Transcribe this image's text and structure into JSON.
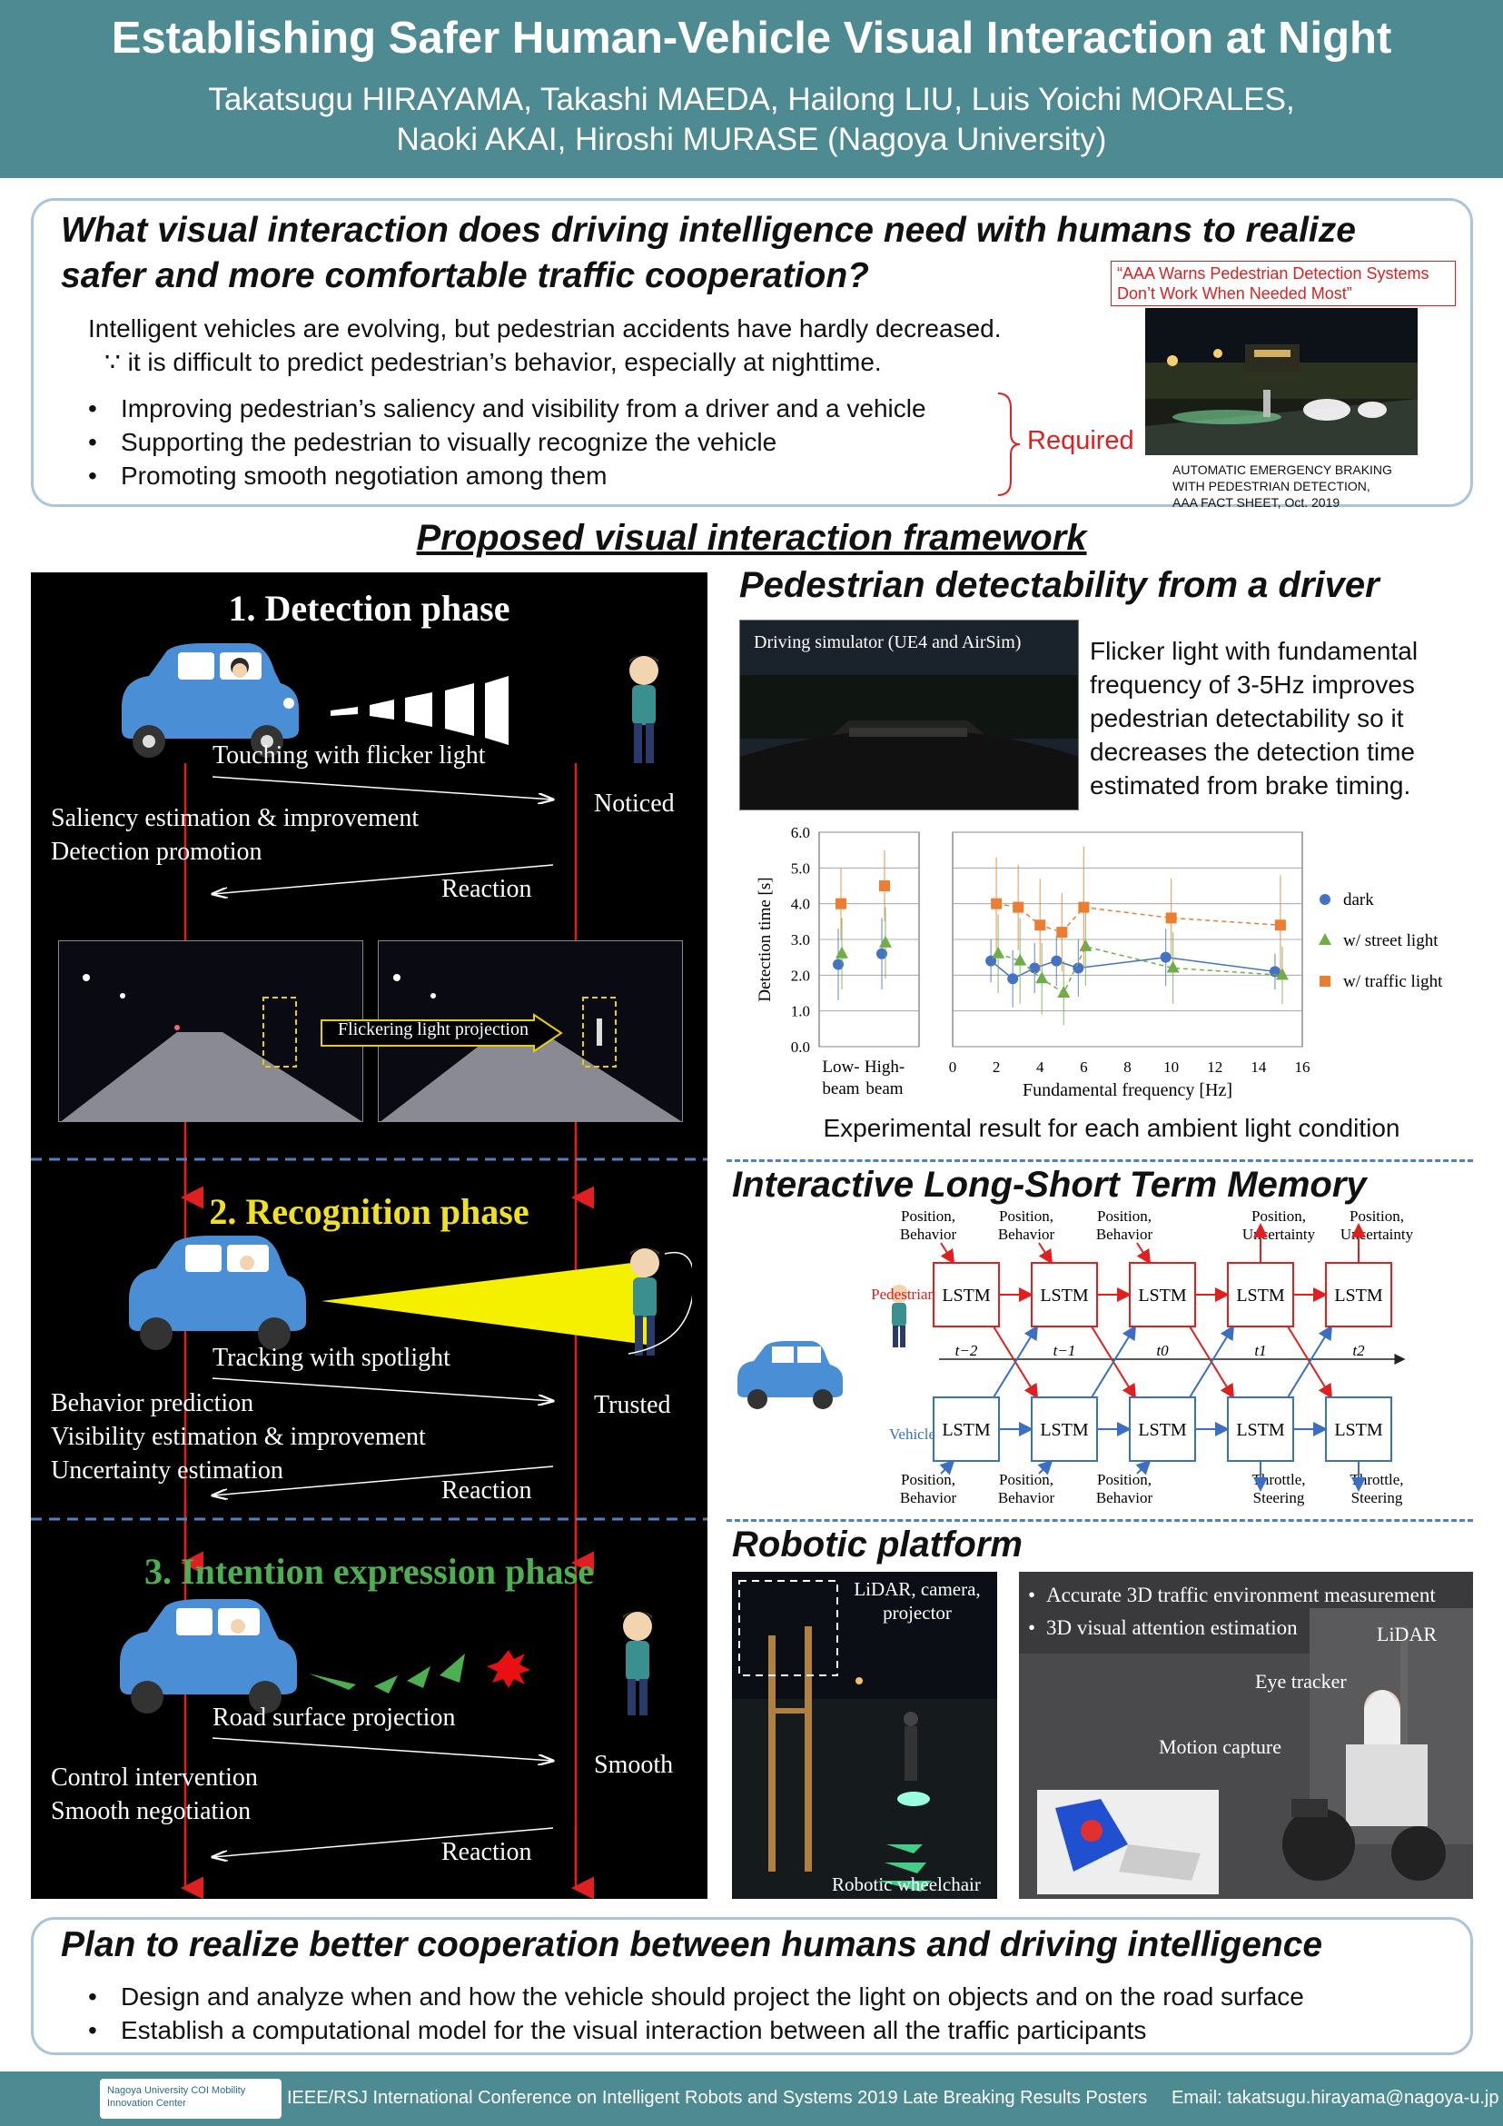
{
  "header": {
    "title": "Establishing Safer Human-Vehicle Visual Interaction at Night",
    "authors_line1": "Takatsugu HIRAYAMA, Takashi MAEDA, Hailong LIU, Luis Yoichi MORALES,",
    "authors_line2": "Naoki AKAI, Hiroshi MURASE (Nagoya University)"
  },
  "question": {
    "line1": "What visual interaction does driving intelligence need with humans to realize",
    "line2": "safer and more comfortable traffic cooperation?",
    "intro1": "Intelligent vehicles are evolving, but pedestrian accidents have hardly decreased.",
    "intro2": "∵ it is difficult to predict pedestrian’s behavior, especially at nighttime.",
    "bullets": [
      "Improving pedestrian’s saliency and visibility from a driver and a vehicle",
      "Supporting the pedestrian to visually recognize the vehicle",
      "Promoting smooth negotiation among them"
    ],
    "required": "Required",
    "quote_line1": "“AAA Warns Pedestrian Detection Systems",
    "quote_line2": "Don’t Work When Needed Most”",
    "caption1": "AUTOMATIC EMERGENCY BRAKING",
    "caption2": "WITH PEDESTRIAN DETECTION,",
    "caption3": "AAA FACT SHEET, Oct. 2019"
  },
  "framework": {
    "title": "Proposed visual interaction framework",
    "phase1": {
      "title": "1. Detection phase",
      "touch": "Touching with flicker light",
      "noticed": "Noticed",
      "item1": "Saliency estimation & improvement",
      "item2": "Detection promotion",
      "reaction": "Reaction",
      "projection_label": "Flickering light projection"
    },
    "phase2": {
      "title": "2. Recognition phase",
      "touch": "Tracking with spotlight",
      "trusted": "Trusted",
      "item1": "Behavior prediction",
      "item2": "Visibility estimation & improvement",
      "item3": "Uncertainty estimation",
      "reaction": "Reaction"
    },
    "phase3": {
      "title": "3. Intention expression phase",
      "touch": "Road surface projection",
      "smooth": "Smooth",
      "item1": "Control intervention",
      "item2": "Smooth negotiation",
      "reaction": "Reaction"
    }
  },
  "detectability": {
    "title": "Pedestrian detectability from a driver",
    "sim_label": "Driving simulator (UE4 and AirSim)",
    "desc_lines": [
      "Flicker light with fundamental",
      "frequency of 3-5Hz improves",
      "pedestrian detectability so it",
      "decreases the detection time",
      "estimated from brake timing."
    ],
    "caption": "Experimental result for each ambient light condition"
  },
  "chart_data": {
    "type": "scatter",
    "ylabel": "Detection time [s]",
    "xlabel": "Fundamental frequency [Hz]",
    "ylim": [
      0,
      6
    ],
    "yticks": [
      "0.0",
      "1.0",
      "2.0",
      "3.0",
      "4.0",
      "5.0",
      "6.0"
    ],
    "xlim": [
      0,
      16
    ],
    "xticks": [
      "0",
      "2",
      "4",
      "6",
      "8",
      "10",
      "12",
      "14",
      "16"
    ],
    "categories": [
      "Low-beam",
      "High-beam"
    ],
    "category_label_lines": [
      [
        "Low-",
        "beam"
      ],
      [
        "High-",
        "beam"
      ]
    ],
    "legend_position": "right",
    "grid": true,
    "series": [
      {
        "name": "dark",
        "color": "#4472c4",
        "marker": "circle",
        "beam_values": [
          2.3,
          2.6
        ],
        "points": [
          [
            2,
            2.4
          ],
          [
            3,
            1.9
          ],
          [
            4,
            2.2
          ],
          [
            5,
            2.4
          ],
          [
            6,
            2.2
          ],
          [
            10,
            2.5
          ],
          [
            15,
            2.1
          ]
        ],
        "err": [
          0.6,
          0.8,
          0.7,
          0.7,
          0.8,
          0.8,
          0.5
        ]
      },
      {
        "name": "w/ street light",
        "color": "#70ad47",
        "marker": "triangle",
        "beam_values": [
          2.6,
          2.9
        ],
        "points": [
          [
            2,
            2.6
          ],
          [
            3,
            2.4
          ],
          [
            4,
            1.9
          ],
          [
            5,
            1.5
          ],
          [
            6,
            2.8
          ],
          [
            10,
            2.2
          ],
          [
            15,
            2.0
          ]
        ],
        "err": [
          1.1,
          1.2,
          1.0,
          0.9,
          1.1,
          1.0,
          0.8
        ]
      },
      {
        "name": "w/ traffic light",
        "color": "#ed7d31",
        "marker": "square",
        "beam_values": [
          4.0,
          4.5
        ],
        "points": [
          [
            2,
            4.0
          ],
          [
            3,
            3.9
          ],
          [
            4,
            3.4
          ],
          [
            5,
            3.2
          ],
          [
            6,
            3.9
          ],
          [
            10,
            3.6
          ],
          [
            15,
            3.4
          ]
        ],
        "err": [
          1.3,
          1.2,
          1.3,
          1.1,
          1.7,
          1.1,
          1.4
        ]
      }
    ]
  },
  "lstm": {
    "title": "Interactive Long-Short Term Memory",
    "cell": "LSTM",
    "pedestrian": "Pedestrian",
    "vehicle": "Vehicle",
    "in_label1": "Position,",
    "in_label2": "Behavior",
    "out_ped1": "Position,",
    "out_ped2": "Uncertainty",
    "out_veh1": "Throttle,",
    "out_veh2": "Steering",
    "times": [
      "t−2",
      "t−1",
      "t0",
      "t1",
      "t2"
    ]
  },
  "robotic": {
    "title": "Robotic platform",
    "lidar_cam": "LiDAR, camera,",
    "projector": "projector",
    "wheelchair": "Robotic wheelchair",
    "bullet1": "Accurate 3D traffic environment measurement",
    "bullet2": "3D visual attention estimation",
    "lidar": "LiDAR",
    "eye": "Eye tracker",
    "motion": "Motion capture"
  },
  "plan": {
    "title": "Plan to realize better cooperation between humans and driving intelligence",
    "bullets": [
      "Design and analyze when and how the vehicle should project the light on objects and on the road surface",
      "Establish a computational model for the visual interaction between all the traffic participants"
    ]
  },
  "footer": {
    "logo_text": "Nagoya University COI Mobility Innovation Center",
    "conference": "IEEE/RSJ International Conference on Intelligent Robots and Systems 2019 Late Breaking Results Posters",
    "email": "Email: takatsugu.hirayama@nagoya-u.jp"
  }
}
